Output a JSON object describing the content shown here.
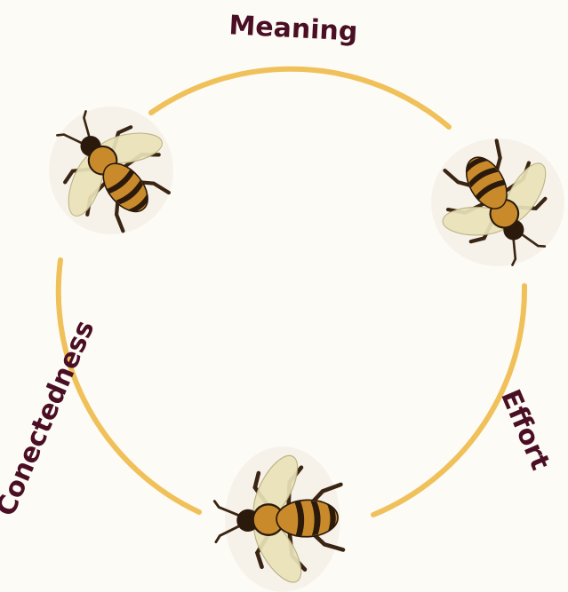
{
  "diagram": {
    "labels": {
      "top": "Meaning",
      "right": "Effort",
      "left": "Conectedness"
    },
    "icons": [
      "bee-icon",
      "bee-icon",
      "bee-icon"
    ]
  },
  "colors": {
    "background": "#fdfbf6",
    "arc": "#f0c15a",
    "label": "#4a0f24",
    "bee_body": "#c98a2b",
    "bee_stripe": "#2b1a0c",
    "bee_wing": "#e9e2b8",
    "bee_leg": "#3a2412"
  }
}
